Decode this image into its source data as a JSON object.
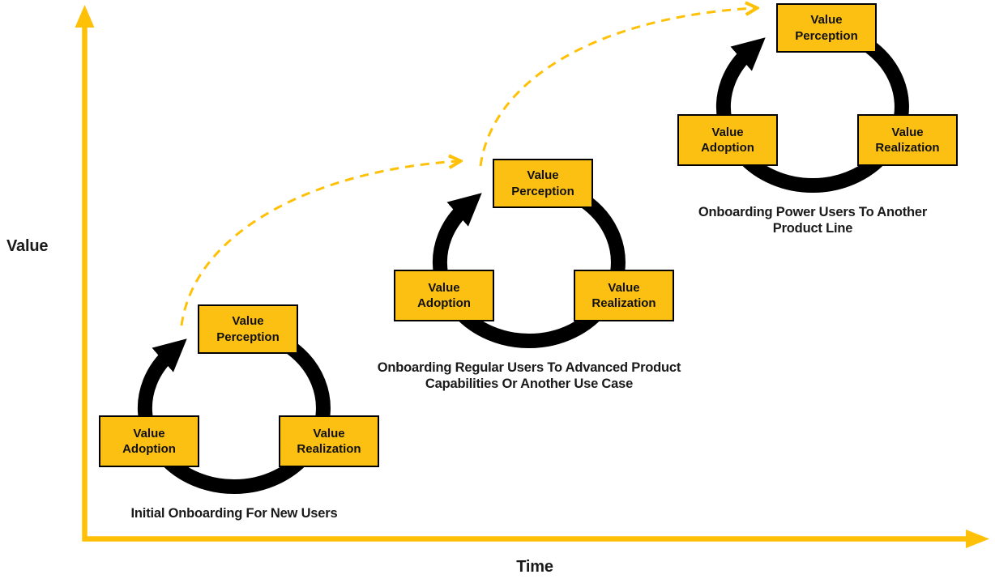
{
  "diagram": {
    "y_axis_label": "Value",
    "x_axis_label": "Time",
    "description": "Three value cycles (Value Perception, Value Realization, Value Adoption) repeating at increasing value over time, linked by dashed growth arrows"
  },
  "colors": {
    "box_fill": "#FCC013",
    "axis_yellow": "#FFC107",
    "ring_black": "#000000",
    "text": "#1A1A1A"
  },
  "cycles": [
    {
      "caption": "Initial Onboarding For New Users",
      "boxes": {
        "perception": "Value\nPerception",
        "adoption": "Value\nAdoption",
        "realization": "Value\nRealization"
      }
    },
    {
      "caption": "Onboarding Regular Users To Advanced Product\nCapabilities Or Another Use Case",
      "boxes": {
        "perception": "Value\nPerception",
        "adoption": "Value\nAdoption",
        "realization": "Value\nRealization"
      }
    },
    {
      "caption": "Onboarding Power Users To Another\nProduct Line",
      "boxes": {
        "perception": "Value\nPerception",
        "adoption": "Value\nAdoption",
        "realization": "Value\nRealization"
      }
    }
  ]
}
